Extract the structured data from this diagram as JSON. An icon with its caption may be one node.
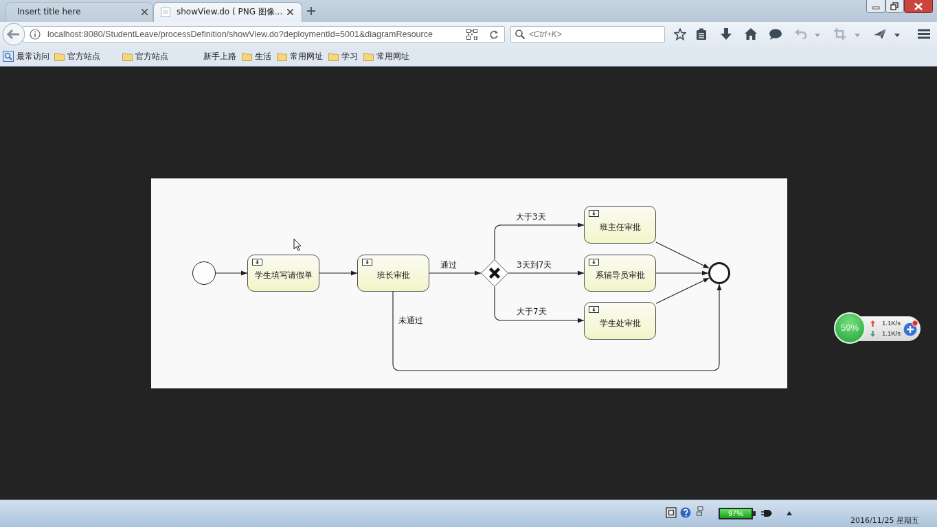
{
  "diagram": {
    "nodes": [
      {
        "text": [],
        "shape": "circle"
      },
      {
        "text": [
          "学生填写请假单"
        ]
      },
      {
        "text": [
          "班长审批"
        ]
      },
      {
        "text": [],
        "shape": "diamond"
      },
      {
        "text": [
          "班主任审批"
        ]
      },
      {
        "text": [
          "系辅导员审批"
        ]
      },
      {
        "text": [
          "学生处审批"
        ]
      },
      {
        "text": [],
        "shape": "circle"
      }
    ],
    "edges": [
      {
        "from": 0,
        "to": 1,
        "arrow": "to"
      },
      {
        "from": 1,
        "to": 2,
        "arrow": "to"
      },
      {
        "from": 2,
        "to": 3,
        "arrow": "to",
        "label": "通过"
      },
      {
        "from": 3,
        "to": 4,
        "arrow": "to",
        "label": "大于3天"
      },
      {
        "from": 3,
        "to": 5,
        "arrow": "to",
        "label": "3天到7天"
      },
      {
        "from": 3,
        "to": 6,
        "arrow": "to",
        "label": "大于7天"
      },
      {
        "from": 2,
        "to": 7,
        "arrow": "to",
        "label": "未通过"
      },
      {
        "from": 4,
        "to": 7,
        "arrow": "to"
      },
      {
        "from": 5,
        "to": 7,
        "arrow": "to"
      },
      {
        "from": 6,
        "to": 7,
        "arrow": "to"
      }
    ],
    "labels": [
      "Insert title here",
      "showView.do ( PNG 图像...",
      "localhost:8080/StudentLeave/processDefinition/showView.do?deploymentId=5001&diagramResource",
      "<Ctrl+K>",
      "最常访问",
      "官方站点",
      "官方站点",
      "新手上路",
      "生活",
      "常用网址",
      "学习",
      "常用网址",
      "59%",
      "1.1K/s",
      "1.1K/s",
      "97%",
      "2016/11/25 星期五"
    ]
  }
}
